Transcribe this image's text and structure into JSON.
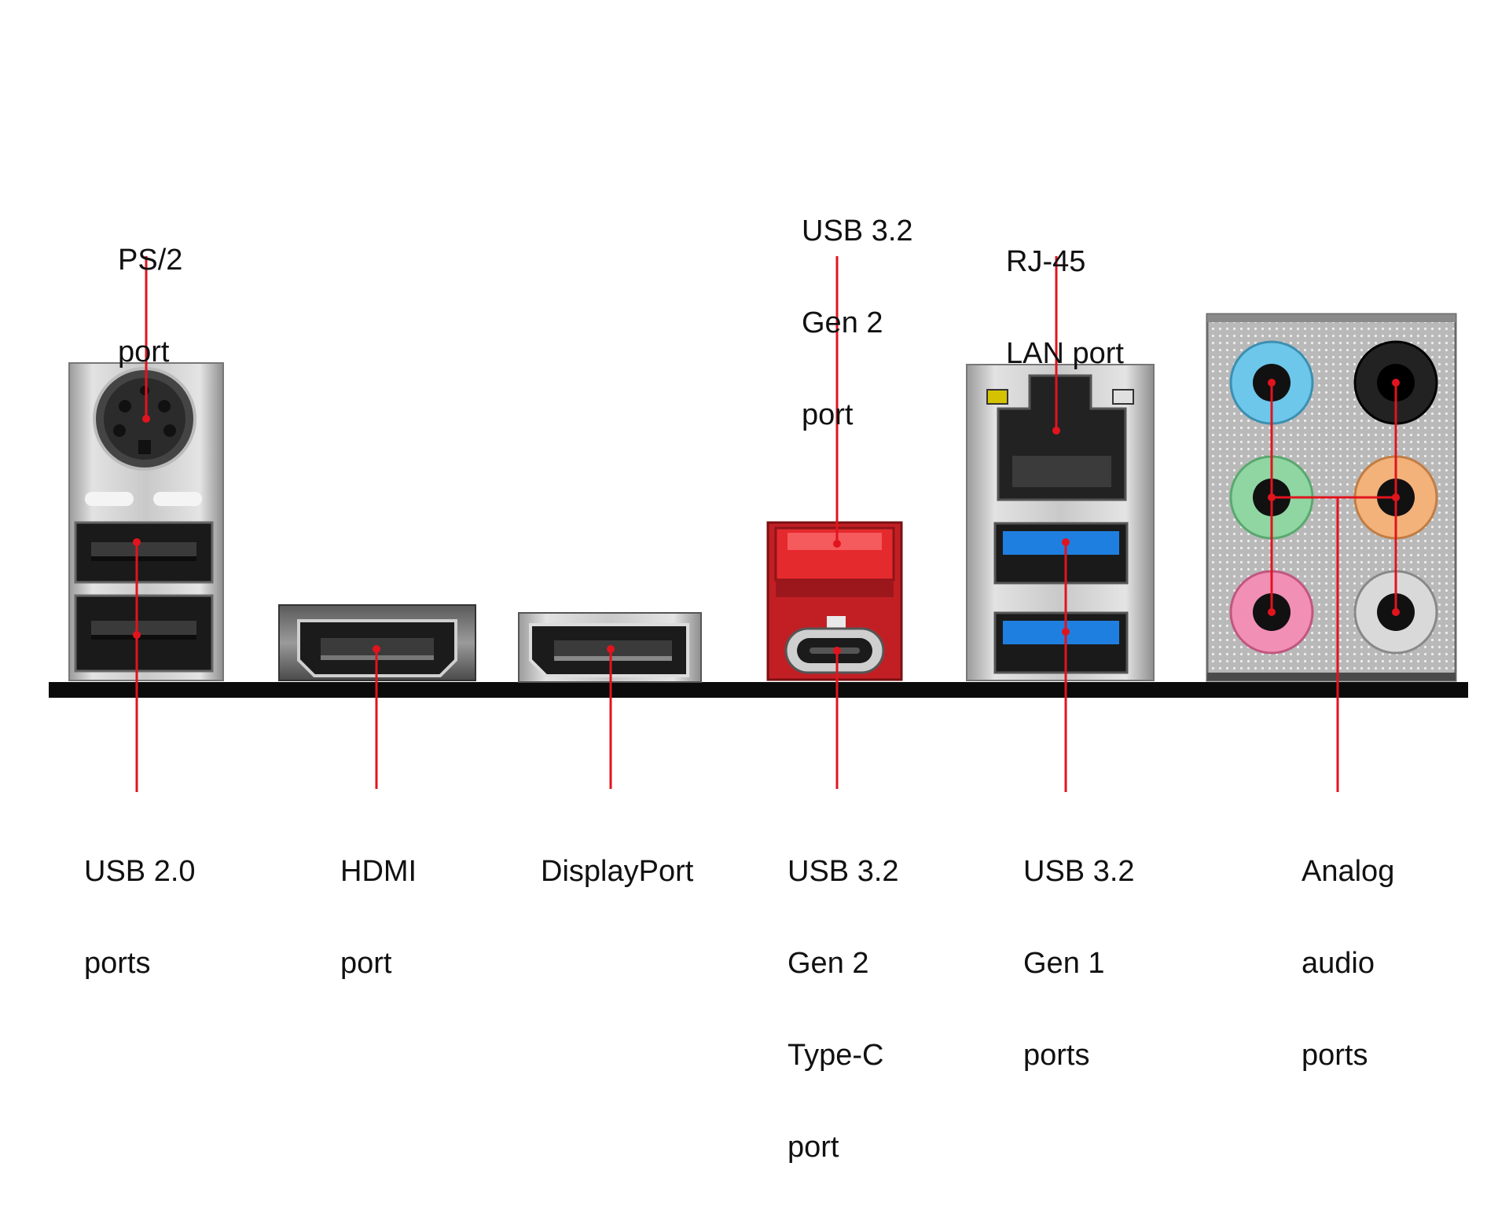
{
  "colors": {
    "leader": "#e1141e",
    "usb_gen2": "#e52a2e",
    "usb_gen1": "#1f7fe0",
    "jack_blue": "#6cc7ea",
    "jack_green": "#8fd6a2",
    "jack_pink": "#f18fb5",
    "jack_orange": "#f3b27a",
    "jack_gray": "#d9d9d9",
    "jack_black": "#222222",
    "board": "#0b0b0b"
  },
  "labels": {
    "ps2": [
      "PS/2",
      "port"
    ],
    "usb_gen2": [
      "USB 3.2",
      "Gen 2",
      "port"
    ],
    "rj45": [
      "RJ-45",
      "LAN port"
    ],
    "usb20": [
      "USB 2.0",
      "ports"
    ],
    "hdmi": [
      "HDMI",
      "port"
    ],
    "displayport": [
      "DisplayPort"
    ],
    "typec": [
      "USB 3.2",
      "Gen 2",
      "Type-C",
      "port"
    ],
    "usb_gen1": [
      "USB 3.2",
      "Gen 1",
      "ports"
    ],
    "audio": [
      "Analog",
      "audio",
      "ports"
    ]
  }
}
